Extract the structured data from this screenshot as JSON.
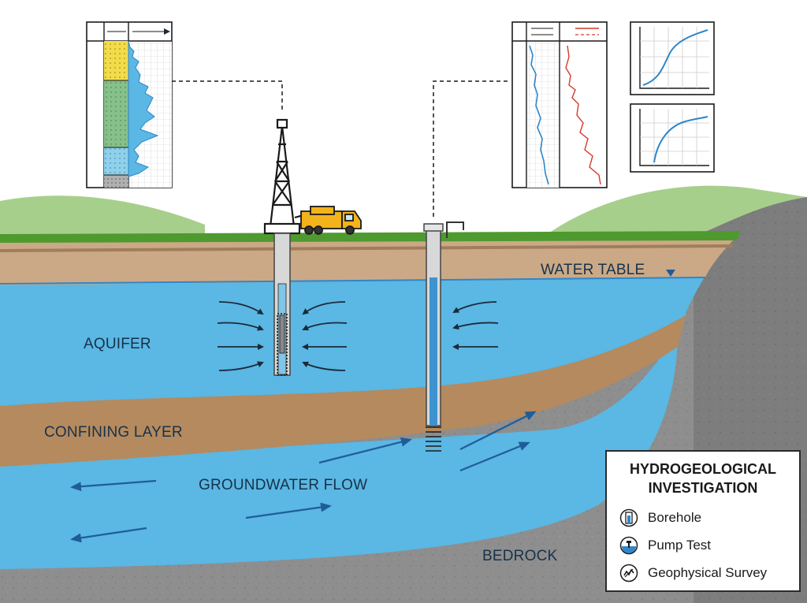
{
  "labels": {
    "water_table": "WATER TABLE",
    "aquifer": "AQUIFER",
    "confining_layer": "CONFINING LAYER",
    "groundwater_flow": "GROUNDWATER FLOW",
    "bedrock": "BEDROCK"
  },
  "legend": {
    "title_line1": "HYDROGEOLOGICAL",
    "title_line2": "INVESTIGATION",
    "items": [
      {
        "label": "Borehole",
        "icon": "borehole-icon"
      },
      {
        "label": "Pump Test",
        "icon": "pump-test-icon"
      },
      {
        "label": "Geophysical Survey",
        "icon": "geophysical-survey-icon"
      }
    ]
  },
  "colors": {
    "sky": "#ffffff",
    "hills": "#a7cf8c",
    "grass": "#4e9a2f",
    "topsoil": "#cba987",
    "aquifer": "#5bb7e3",
    "confining": "#b58a5e",
    "bedrock": "#8e8e8e",
    "truck": "#f2b31b",
    "log_blue": "#2f86c8",
    "log_red": "#d33a2c"
  }
}
